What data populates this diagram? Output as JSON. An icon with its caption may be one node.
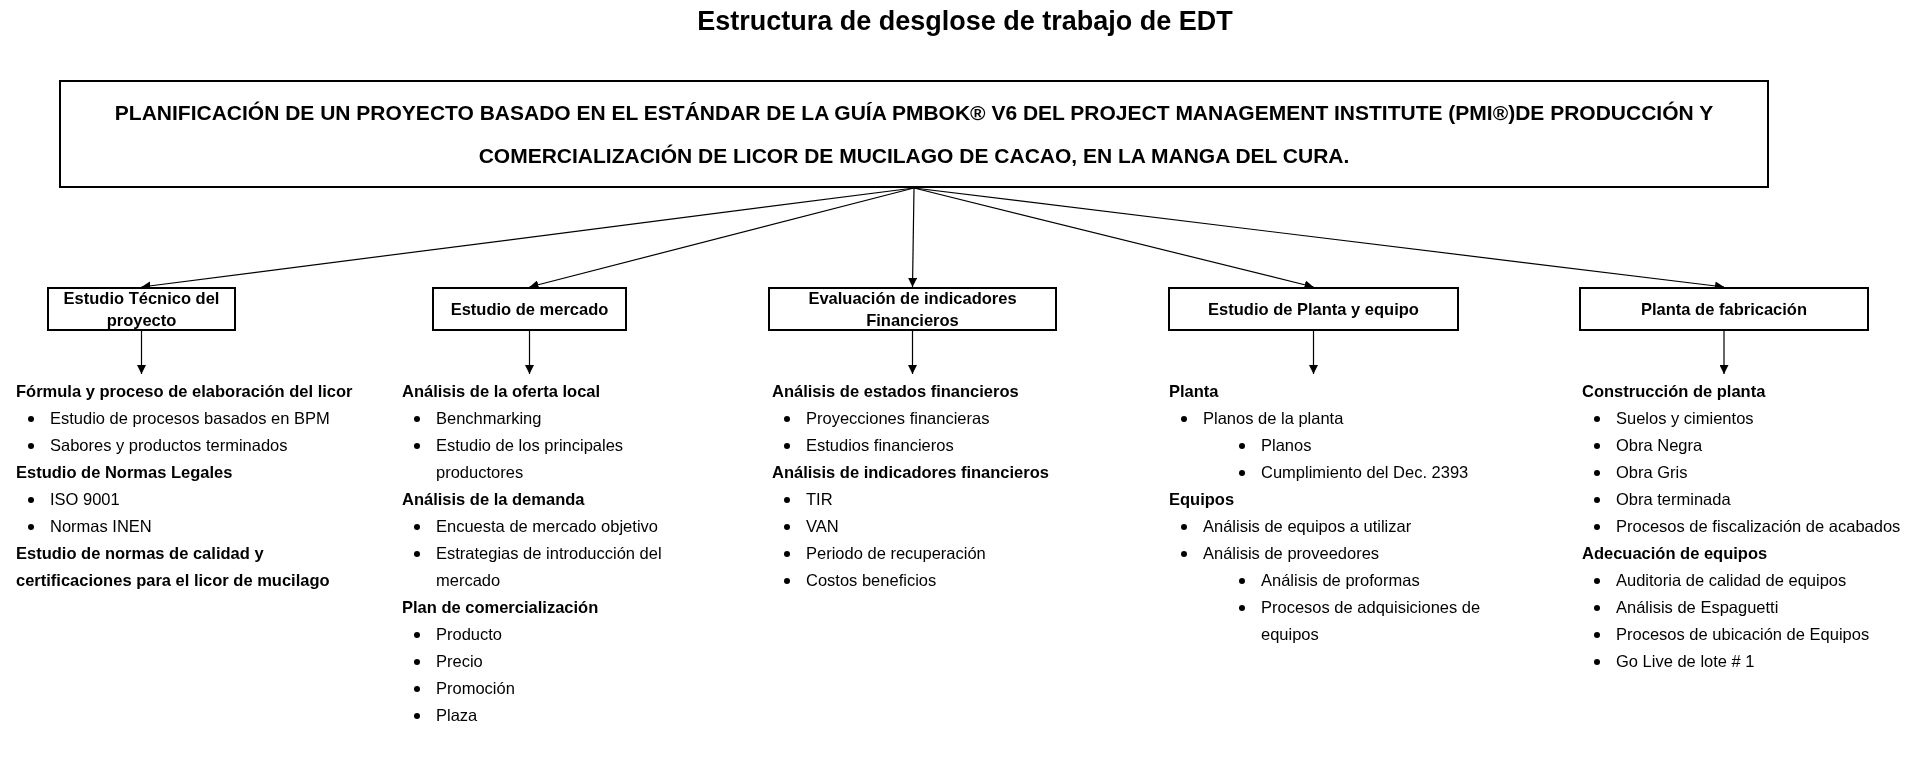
{
  "diagram": {
    "title": "Estructura de desglose de trabajo de EDT",
    "nodes": [
      {
        "text": [
          "PLANIFICACIÓN DE UN PROYECTO BASADO EN EL ESTÁNDAR DE LA GUÍA PMBOK® V6 DEL PROJECT MANAGEMENT INSTITUTE (PMI®)DE PRODUCCIÓN Y COMERCIALIZACIÓN DE LICOR DE MUCILAGO DE CACAO, EN LA MANGA DEL CURA."
        ]
      },
      {
        "text": [
          "Estudio Técnico del proyecto"
        ]
      },
      {
        "text": [
          "Estudio de mercado"
        ]
      },
      {
        "text": [
          "Evaluación de indicadores Financieros"
        ]
      },
      {
        "text": [
          "Estudio de Planta y equipo"
        ]
      },
      {
        "text": [
          "Planta de fabricación"
        ]
      },
      {
        "text": [
          "Fórmula y proceso de elaboración del licor",
          "Estudio de procesos basados en BPM",
          "Sabores y productos terminados",
          "Estudio de Normas Legales",
          "ISO 9001",
          "Normas INEN",
          "Estudio de normas de calidad y certificaciones para el licor de mucilago"
        ]
      },
      {
        "text": [
          "Análisis de la oferta local",
          "Benchmarking",
          "Estudio de los principales productores",
          "Análisis de la demanda",
          "Encuesta de mercado objetivo",
          "Estrategias de introducción del mercado",
          "Plan de comercialización",
          "Producto",
          "Precio",
          "Promoción",
          "Plaza"
        ]
      },
      {
        "text": [
          "Análisis de estados financieros",
          "Proyecciones financieras",
          "Estudios financieros",
          "Análisis de indicadores financieros",
          "TIR",
          "VAN",
          "Periodo de recuperación",
          "Costos beneficios"
        ]
      },
      {
        "text": [
          "Planta",
          "Planos de la planta",
          "Planos",
          "Cumplimiento del Dec. 2393",
          "Equipos",
          "Análisis de equipos a utilizar",
          "Análisis de proveedores",
          "Análisis de proformas",
          "Procesos de adquisiciones de equipos"
        ]
      },
      {
        "text": [
          "Construcción de planta",
          "Suelos y cimientos",
          "Obra Negra",
          "Obra Gris",
          "Obra terminada",
          "Procesos de fiscalización de acabados",
          "Adecuación de equipos",
          "Auditoria de calidad de equipos",
          "Análisis de Espaguetti",
          "Procesos de ubicación de Equipos",
          "Go Live de lote # 1"
        ]
      }
    ],
    "edges": [
      {
        "from": 0,
        "to": 1,
        "arrow": "to"
      },
      {
        "from": 0,
        "to": 2,
        "arrow": "to"
      },
      {
        "from": 0,
        "to": 3,
        "arrow": "to"
      },
      {
        "from": 0,
        "to": 4,
        "arrow": "to"
      },
      {
        "from": 0,
        "to": 5,
        "arrow": "to"
      },
      {
        "from": 1,
        "to": 6,
        "arrow": "to"
      },
      {
        "from": 2,
        "to": 7,
        "arrow": "to"
      },
      {
        "from": 3,
        "to": 8,
        "arrow": "to"
      },
      {
        "from": 4,
        "to": 9,
        "arrow": "to"
      },
      {
        "from": 5,
        "to": 10,
        "arrow": "to"
      }
    ]
  }
}
